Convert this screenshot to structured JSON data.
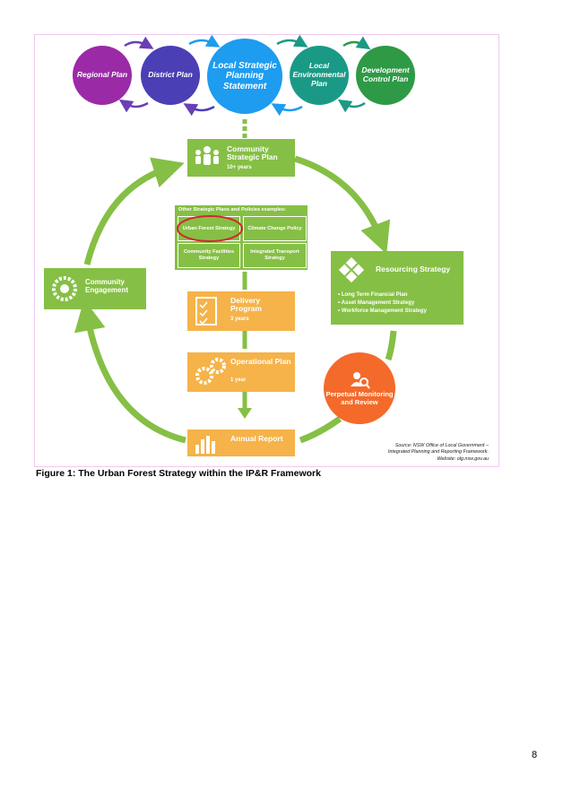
{
  "colors": {
    "purple": "#9b2aa7",
    "indigo": "#4a3fb5",
    "blue": "#1e9cf0",
    "teal": "#1a9a86",
    "green": "#2e9a46",
    "lightgreen": "#86bf45",
    "orange": "#f5b349",
    "red_orange": "#f46a2a",
    "highlight_red": "#d3282e"
  },
  "top_circles": [
    {
      "label": "Regional Plan"
    },
    {
      "label": "District Plan"
    },
    {
      "label": "Local Strategic Planning Statement"
    },
    {
      "label": "Local Environmental Plan"
    },
    {
      "label": "Development Control Plan"
    }
  ],
  "csp": {
    "title": "Community Strategic Plan",
    "subtitle": "10+ years"
  },
  "other_plans": {
    "heading": "Other Strategic Plans and Policies examples:",
    "cells": [
      "Urban Forest Strategy",
      "Climate Change Policy",
      "Community Facilities Strategy",
      "Integrated Transport Strategy"
    ]
  },
  "resourcing": {
    "title": "Resourcing Strategy",
    "items": [
      "Long Term Financial Plan",
      "Asset Management Strategy",
      "Workforce Management Strategy"
    ]
  },
  "engagement": {
    "title": "Community Engagement"
  },
  "delivery": {
    "title": "Delivery Program",
    "subtitle": "3 years"
  },
  "operational": {
    "title": "Operational Plan",
    "subtitle": "1 year"
  },
  "annual": {
    "title": "Annual Report"
  },
  "monitoring": {
    "title": "Perpetual Monitoring and Review"
  },
  "source": {
    "line1": "Source: NSW Office of Local Government –",
    "line2": "Integrated Planning and Reporting Framework.",
    "line3": "Website: olg.nsw.gov.au"
  },
  "caption": "Figure 1: The Urban Forest Strategy within the IP&R Framework",
  "page_number": "8",
  "icons": [
    "people-icon",
    "puzzle-icon",
    "checklist-icon",
    "gears-icon",
    "bar-chart-icon",
    "magnifier-person-icon",
    "community-ring-icon"
  ]
}
